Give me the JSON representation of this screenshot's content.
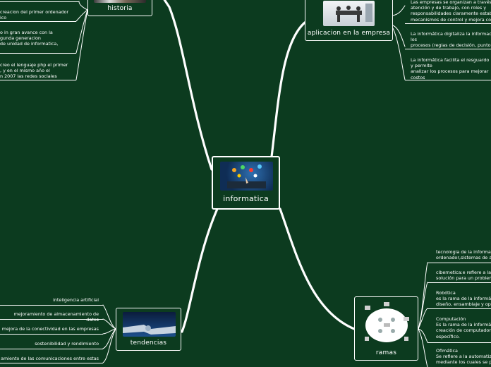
{
  "central": {
    "title": "informatica"
  },
  "branches": {
    "historia": {
      "title": "historia",
      "items": [
        "creacion del primer ordenador\nico",
        "o in gran avance con la\ngunda generacion\nde unidad de informatica,",
        "creo el lenguaje php el primer\n, y en el mismo año el\nn 2007 las redes sociales"
      ]
    },
    "empresa": {
      "title": "aplicacion en la empresa",
      "items": [
        "Las empresas se organizan a través\natención y de trabajo, con roles y\nresponsabilidades claramente establ\nmecanismos de control y mejora co",
        "La informática digitaliza la informac\nlos\nprocesos (reglas de decisión, punto",
        "La informática facilita el resguardo\ny permite\nanalizar los procesos para mejorar\ncostos"
      ]
    },
    "tendencias": {
      "title": "tendencias",
      "items": [
        "inteligencia artificial",
        "mejoramiento de almacenamiento de datos",
        "mejora de la conectividad en las empresas",
        "sostenibilidad y rendimiento",
        "amiento de las comunicaciones entre estas"
      ]
    },
    "ramas": {
      "title": "ramas",
      "items": [
        "tecnologia de la informa\nordenador,sistemas de a",
        "cibernetica:e refiere a la\nsolución para un problem",
        "Robótica\n es la rama de la informá\ndiseño, ensamblaje y ope",
        "Computación\nEs la rama de la informá\ncreación de computador\nespecífico.",
        "Ofimática\nSe refiere a la automatiz\nmediante los cuales se p"
      ]
    }
  },
  "colors": {
    "background": "#0c3b1f",
    "line": "#ffffff",
    "node_border": "#ffffff"
  },
  "icons": {
    "central": "laptop-apps-image",
    "historia": "historic-computer-image",
    "empresa": "office-meeting-image",
    "tendencias": "robot-handshake-image",
    "ramas": "informatics-branches-diagram-image"
  }
}
